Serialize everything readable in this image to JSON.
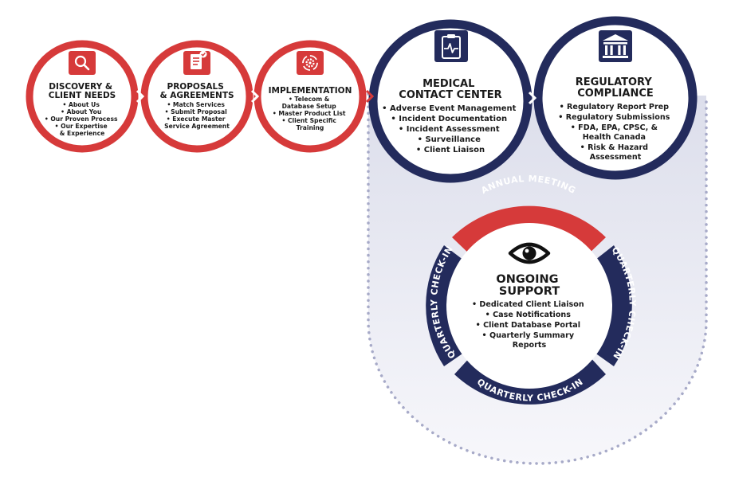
{
  "colors": {
    "red": "#d63a3a",
    "navy": "#232b5c",
    "pale": "#e7e8f2",
    "dot": "#a7aac8"
  },
  "stages": [
    {
      "id": "discovery",
      "icon": "magnifier-icon",
      "title": [
        "DISCOVERY &",
        "CLIENT NEEDS"
      ],
      "items": [
        "• About Us",
        "• About You",
        "• Our Proven Process",
        "• Our Expertise",
        "& Experience"
      ]
    },
    {
      "id": "proposals",
      "icon": "document-check-icon",
      "title": [
        "PROPOSALS",
        "& AGREEMENTS"
      ],
      "items": [
        "• Match Services",
        "• Submit Proposal",
        "• Execute Master",
        "Service Agreement"
      ]
    },
    {
      "id": "implementation",
      "icon": "gear-cycle-icon",
      "title": [
        "IMPLEMENTATION"
      ],
      "items": [
        "• Telecom &",
        "Database Setup",
        "• Master Product List",
        "• Client Specific",
        "Training"
      ]
    },
    {
      "id": "medical",
      "icon": "clipboard-pulse-icon",
      "title": [
        "MEDICAL",
        "CONTACT CENTER"
      ],
      "items": [
        "• Adverse Event Management",
        "• Incident Documentation",
        "• Incident Assessment",
        "• Surveillance",
        "• Client Liaison"
      ]
    },
    {
      "id": "regulatory",
      "icon": "courthouse-icon",
      "title": [
        "REGULATORY",
        "COMPLIANCE"
      ],
      "items": [
        "• Regulatory Report Prep",
        "• Regulatory Submissions",
        "• FDA, EPA, CPSC, &",
        "Health Canada",
        "• Risk & Hazard",
        "Assessment"
      ]
    }
  ],
  "ongoing": {
    "icon": "eye-icon",
    "title": [
      "ONGOING",
      "SUPPORT"
    ],
    "items": [
      "• Dedicated Client Liaison",
      "• Case Notifications",
      "• Client Database Portal",
      "• Quarterly Summary",
      "Reports"
    ],
    "ring": {
      "top": "ANNUAL MEETING",
      "right": "QUARTERLY CHECK-IN",
      "bottom": "QUARTERLY CHECK-IN",
      "left": "QUARTERLY CHECK-IN"
    }
  }
}
